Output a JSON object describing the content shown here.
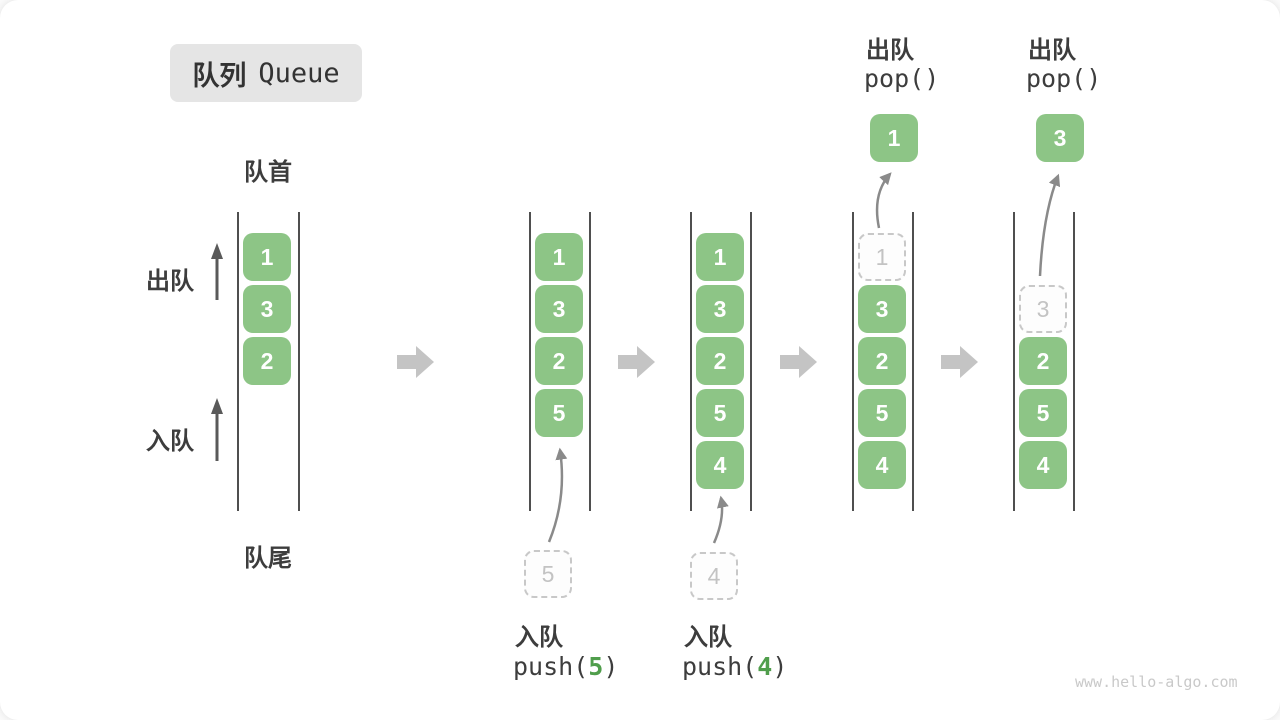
{
  "title": {
    "zh": "队列",
    "en": "Queue"
  },
  "labels": {
    "front": "队首",
    "rear": "队尾",
    "dequeue": "出队",
    "enqueue": "入队"
  },
  "queues": {
    "q1": {
      "cells": [
        "1",
        "3",
        "2"
      ]
    },
    "q2": {
      "cells": [
        "1",
        "3",
        "2",
        "5"
      ]
    },
    "q3": {
      "cells": [
        "1",
        "3",
        "2",
        "5",
        "4"
      ]
    },
    "q4": {
      "ghost": "1",
      "cells": [
        "3",
        "2",
        "5",
        "4"
      ]
    },
    "q5": {
      "ghost": "3",
      "cells": [
        "2",
        "5",
        "4"
      ]
    }
  },
  "staging": {
    "s5": "5",
    "s4": "4"
  },
  "popped": {
    "p1": "1",
    "p2": "3"
  },
  "ops": {
    "push5": {
      "zh": "入队",
      "fn": "push(",
      "arg": "5",
      "close": ")"
    },
    "push4": {
      "zh": "入队",
      "fn": "push(",
      "arg": "4",
      "close": ")"
    },
    "pop1": {
      "zh": "出队",
      "fn": "pop()"
    },
    "pop2": {
      "zh": "出队",
      "fn": "pop()"
    }
  },
  "watermark": "www.hello-algo.com",
  "colors": {
    "cell_green": "#8dc586",
    "accent_green": "#509e4c",
    "flow_arrow_gray": "#c4c4c4",
    "line_dark": "#4f4f4f",
    "text_dark": "#3d3d3d",
    "ghost_gray": "#c8c8c8"
  }
}
